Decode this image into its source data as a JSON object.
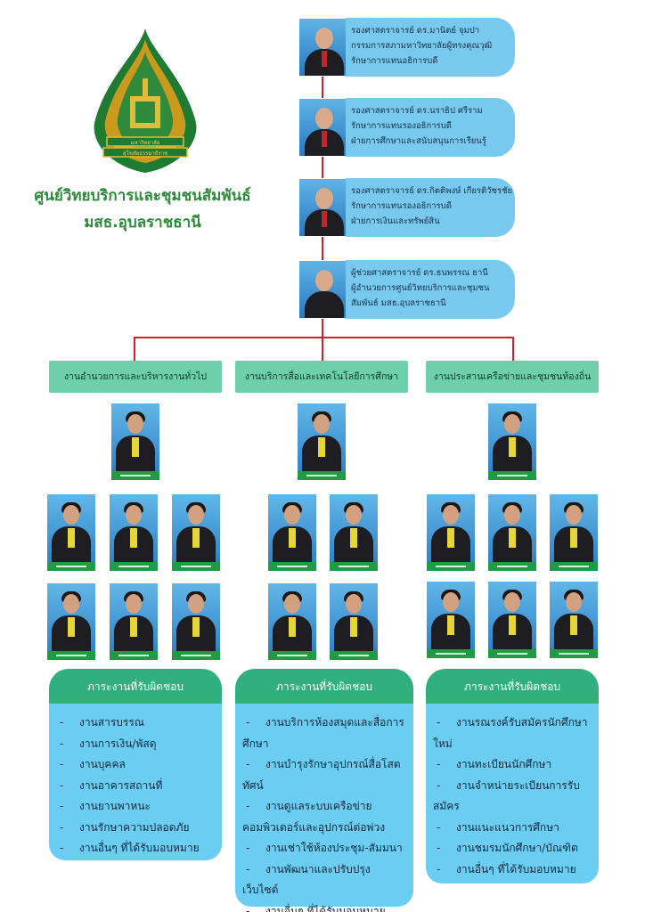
{
  "organization": {
    "line1": "ศูนย์วิทยบริการและชุมชนสัมพันธ์",
    "line2": "มสธ.อุบลราชธานี",
    "logo_text_top": "มหาวิทยาลัย",
    "logo_text_bottom": "สุโขทัยธรรมาธิราช"
  },
  "executives": [
    {
      "lines": [
        "รองศาสตราจารย์ ดร.มานิตย์ จุมปา",
        "กรรมการสภามหาวิทยาลัยผู้ทรงคุณวุฒิ",
        "รักษาการแทนอธิการบดี"
      ]
    },
    {
      "lines": [
        "รองศาสตราจารย์ ดร.นราธิป ศรีราม",
        "รักษาการแทนรองอธิการบดี",
        "ฝ่ายการศึกษาและสนับสนุนการเรียนรู้"
      ]
    },
    {
      "lines": [
        "รองศาสตราจารย์ ดร.กิตติพงษ์ เกียรติวัชรชัย",
        "รักษาการแทนรองอธิการบดี",
        "ฝ่ายการเงินและทรัพย์สิน"
      ]
    },
    {
      "lines": [
        "ผู้ช่วยศาสตราจารย์ ดร.ธนพรรณ  ธานี",
        "ผู้อำนวยการศูนย์วิทยบริการและชุมชน",
        "สัมพันธ์ มสธ.อุบลราชธานี"
      ]
    }
  ],
  "sections": [
    {
      "title": "งานอำนวยการและบริหารงานทั่วไป"
    },
    {
      "title": "งานบริการสื่อและเทคโนโลยีการศึกษา"
    },
    {
      "title": "งานประสานเครือข่ายและชุมชนท้องถิ่น"
    }
  ],
  "panels": [
    {
      "heading": "ภาระงานที่รับผิดชอบ",
      "items": [
        "งานสารบรรณ",
        "งานการเงิน/พัสดุ",
        "งานบุคคล",
        "งานอาคารสถานที่",
        "งานยานพาหนะ",
        "งานรักษาความปลอดภัย",
        "งานอื่นๆ ที่ได้รับมอบหมาย"
      ]
    },
    {
      "heading": "ภาระงานที่รับผิดชอบ",
      "items": [
        "งานบริการห้องสมุดและสื่อการศึกษา",
        "งานบำรุงรักษาอุปกรณ์สื่อโสตทัศน์",
        "งานดูแลระบบเครือข่ายคอมพิวเตอร์และอุปกรณ์ต่อพ่วง",
        "งานเช่าใช้ห้องประชุม-สัมมนา",
        "งานพัฒนาและปรับปรุงเว็บไซต์",
        "งานอื่นๆ ที่ได้รับมอบหมาย"
      ]
    },
    {
      "heading": "ภาระงานที่รับผิดชอบ",
      "items": [
        "งานรณรงค์รับสมัครนักศึกษาใหม่",
        "งานทะเบียนนักศึกษา",
        "งานจำหน่ายระเบียนการรับสมัคร",
        "งานแนะแนวการศึกษา",
        "งานชมรมนักศึกษา/บัณฑิต",
        "งานอื่นๆ ที่ได้รับมอบหมาย"
      ]
    }
  ],
  "colors": {
    "connector": "#d21f2b",
    "exec_card": "#79c9ee",
    "section_header": "#6ecfab",
    "panel_head": "#2fb07e",
    "panel_body": "#6bcdf2",
    "title_green": "#2c8a3a"
  }
}
